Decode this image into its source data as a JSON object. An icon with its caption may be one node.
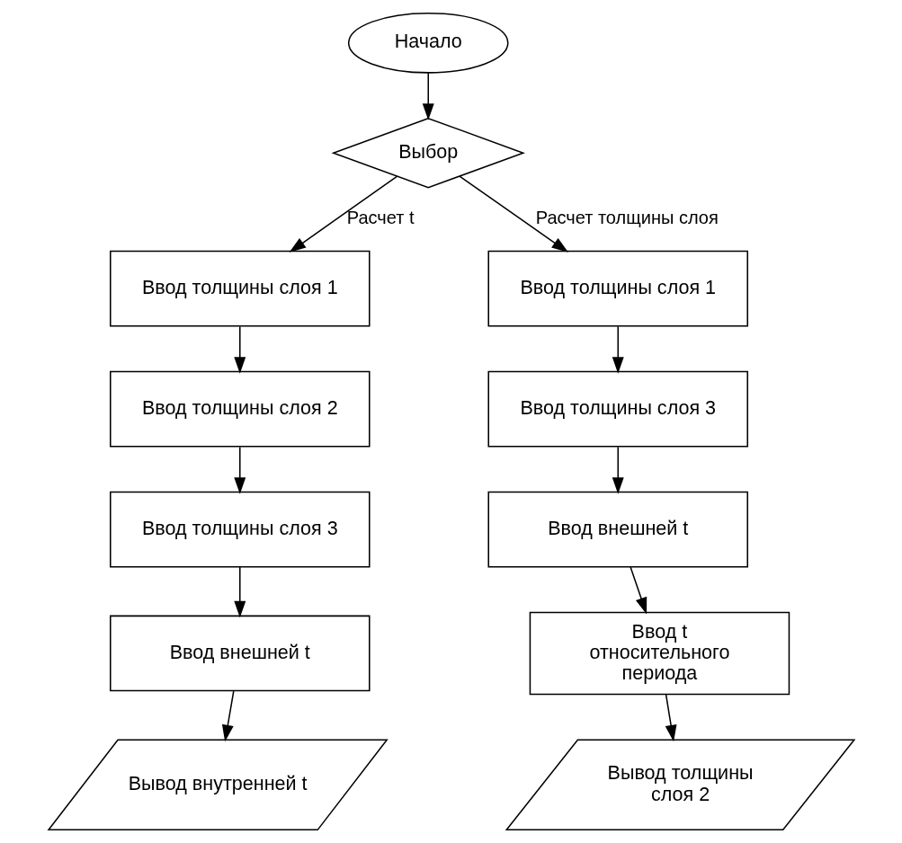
{
  "diagram": {
    "nodes": [
      {
        "text": [
          "Начало"
        ]
      },
      {
        "text": [
          "Выбор"
        ]
      },
      {
        "text": [
          "Ввод толщины слоя 1"
        ]
      },
      {
        "text": [
          "Ввод толщины слоя 2"
        ]
      },
      {
        "text": [
          "Ввод толщины слоя 3"
        ]
      },
      {
        "text": [
          "Ввод внешней t"
        ]
      },
      {
        "text": [
          "Вывод внутренней t"
        ]
      },
      {
        "text": [
          "Ввод толщины слоя 1"
        ]
      },
      {
        "text": [
          "Ввод толщины слоя 3"
        ]
      },
      {
        "text": [
          "Ввод внешней t"
        ]
      },
      {
        "text": [
          "Ввод t относительного периода"
        ]
      },
      {
        "text": [
          "Вывод толщины слоя 2"
        ]
      }
    ],
    "edges": [
      {
        "from": 0,
        "to": 1,
        "arrow": "to"
      },
      {
        "from": 1,
        "to": 2,
        "arrow": "to",
        "label": "Расчет t"
      },
      {
        "from": 2,
        "to": 3,
        "arrow": "to"
      },
      {
        "from": 3,
        "to": 4,
        "arrow": "to"
      },
      {
        "from": 4,
        "to": 5,
        "arrow": "to"
      },
      {
        "from": 5,
        "to": 6,
        "arrow": "to"
      },
      {
        "from": 1,
        "to": 7,
        "arrow": "to",
        "label": "Расчет толщины слоя"
      },
      {
        "from": 7,
        "to": 8,
        "arrow": "to"
      },
      {
        "from": 8,
        "to": 9,
        "arrow": "to"
      },
      {
        "from": 9,
        "to": 10,
        "arrow": "to"
      },
      {
        "from": 10,
        "to": 11,
        "arrow": "to"
      }
    ]
  }
}
